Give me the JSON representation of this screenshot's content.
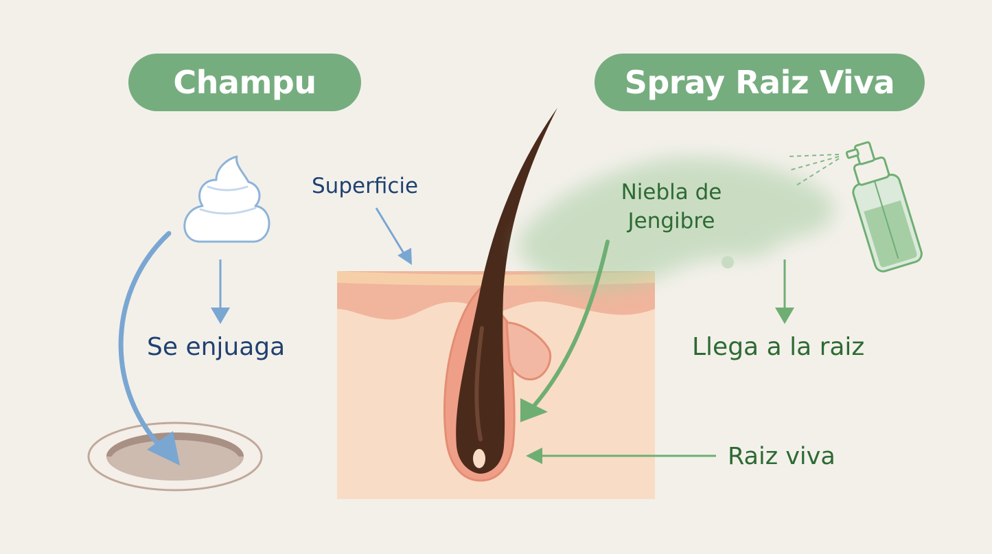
{
  "headers": {
    "left": "Champu",
    "right": "Spray Raiz Viva"
  },
  "labels": {
    "superficie": "Superficie",
    "se_enjuaga": "Se enjuaga",
    "niebla_line1": "Niebla de",
    "niebla_line2": "Jengibre",
    "llega": "Llega a la raiz",
    "raiz_viva": "Raiz viva"
  },
  "colors": {
    "header_bg": "#76ad7f",
    "header_text": "#ffffff",
    "blue_text": "#1f4170",
    "blue_arrow": "#7aa6d2",
    "green_text": "#2d6a33",
    "green_arrow": "#6fae73",
    "skin": "#f8dcc4",
    "hair": "#4a2a1b"
  },
  "icons": {
    "foam": "foam-icon",
    "drain": "drain-icon",
    "spray_bottle": "spray-bottle-icon"
  }
}
